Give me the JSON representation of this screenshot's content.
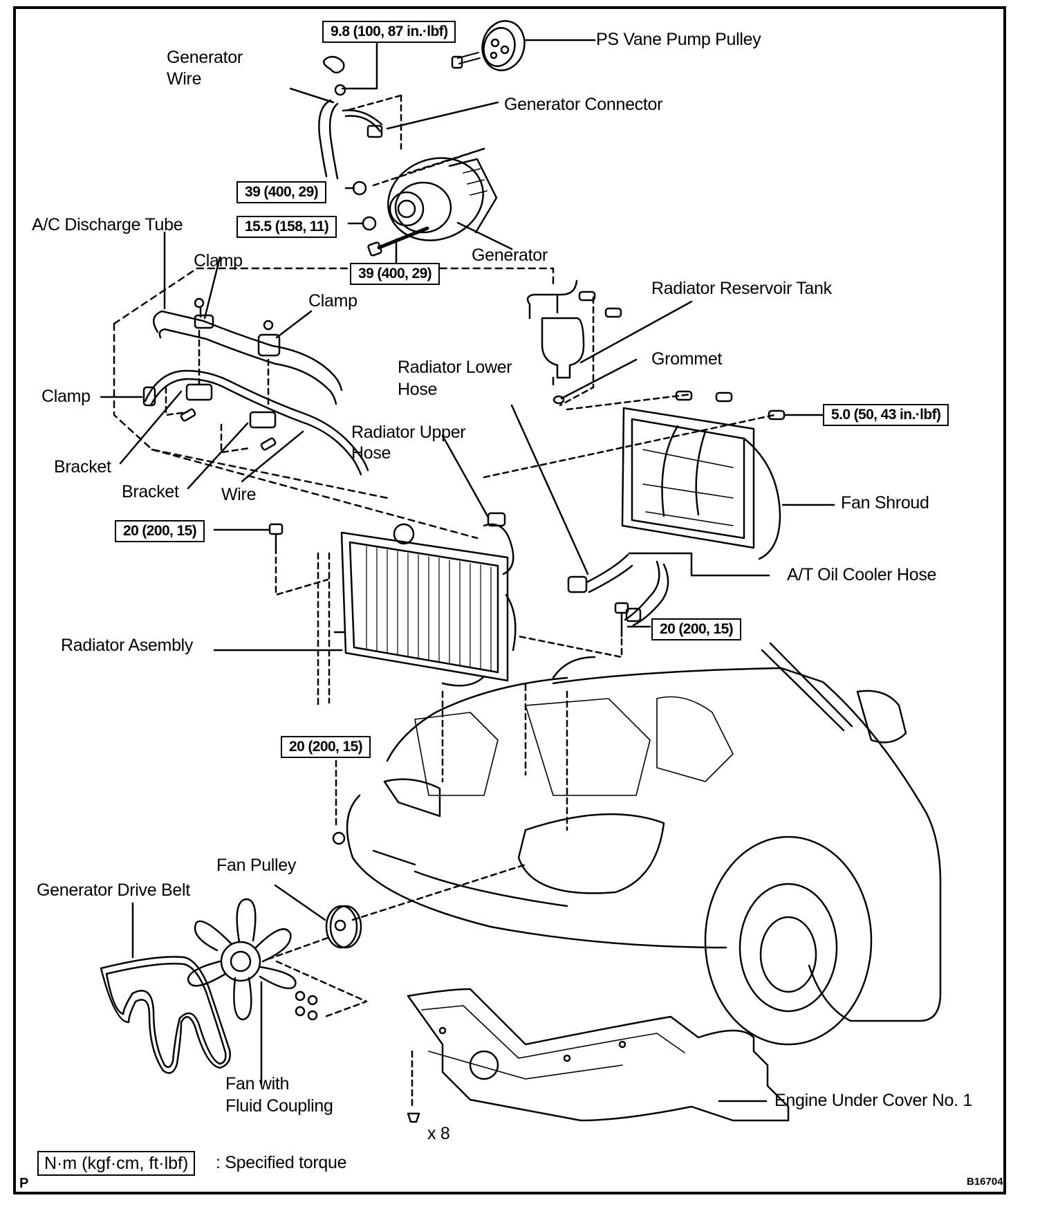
{
  "diagram": {
    "figure_id": "B16704",
    "corner_mark": "P",
    "labels": {
      "ps_vane_pump_pulley": "PS Vane Pump Pulley",
      "generator_wire_1": "Generator",
      "generator_wire_2": "Wire",
      "generator_connector": "Generator Connector",
      "ac_discharge_tube": "A/C Discharge Tube",
      "generator": "Generator",
      "clamp_top": "Clamp",
      "clamp_mid": "Clamp",
      "clamp_left": "Clamp",
      "radiator_reservoir_tank": "Radiator Reservoir Tank",
      "grommet": "Grommet",
      "radiator_lower_hose_1": "Radiator Lower",
      "radiator_lower_hose_2": "Hose",
      "radiator_upper_hose_1": "Radiator Upper",
      "radiator_upper_hose_2": "Hose",
      "bracket_left": "Bracket",
      "bracket_right": "Bracket",
      "wire": "Wire",
      "fan_shroud": "Fan Shroud",
      "at_oil_cooler_hose": "A/T Oil Cooler Hose",
      "radiator_assembly": "Radiator Asembly",
      "fan_pulley": "Fan Pulley",
      "generator_drive_belt": "Generator Drive Belt",
      "fan_fluid_coupling_1": "Fan with",
      "fan_fluid_coupling_2": "Fluid Coupling",
      "engine_under_cover": "Engine Under Cover No. 1",
      "bolt_count": "x 8"
    },
    "torques": {
      "ps_pulley_nut": "9.8 (100, 87 in.·lbf)",
      "generator_nut": "39 (400, 29)",
      "generator_terminal": "15.5 (158, 11)",
      "generator_bolt": "39 (400, 29)",
      "fan_shroud_bolt": "5.0 (50, 43 in.·lbf)",
      "radiator_left_bolt": "20 (200, 15)",
      "radiator_right_bolt": "20 (200, 15)",
      "radiator_lower_nut": "20 (200, 15)"
    },
    "legend": {
      "unit_box": "N·m (kgf·cm, ft·lbf)",
      "description": ": Specified torque"
    }
  }
}
